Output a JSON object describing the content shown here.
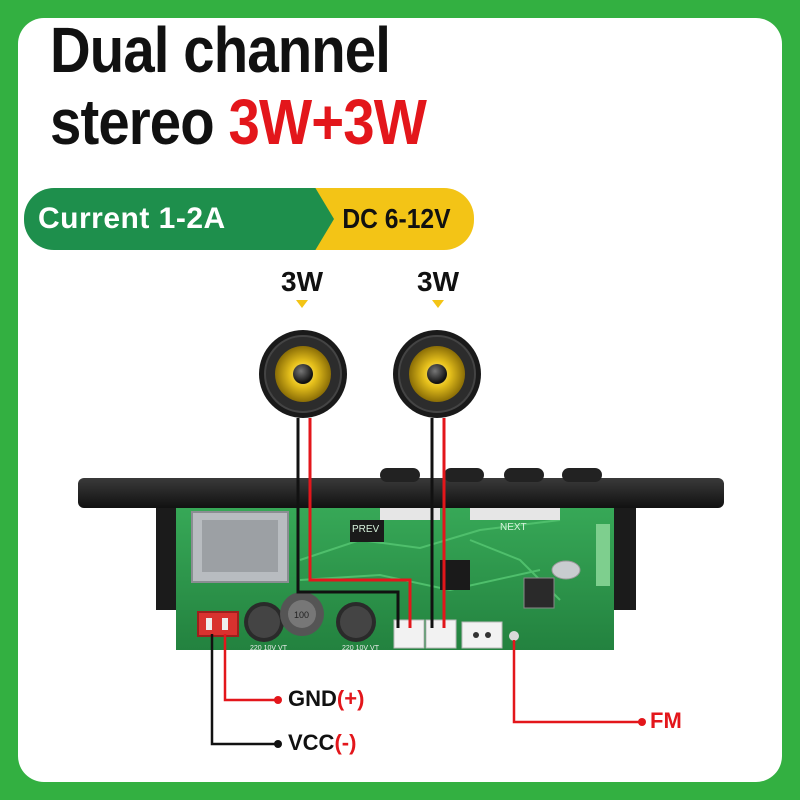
{
  "title": {
    "line1": "Dual channel",
    "line2_prefix": "stereo",
    "line2_accent": "3W+3W"
  },
  "badges": {
    "current": "Current 1-2A",
    "voltage": "DC 6-12V"
  },
  "speakers": [
    {
      "label": "3W"
    },
    {
      "label": "3W"
    }
  ],
  "board_markings": {
    "prev": "PREV",
    "next": "NEXT",
    "cap_a": "220 10V VT",
    "cap_b": "220 10V VT",
    "inductor": "100"
  },
  "pins": {
    "gnd": {
      "name": "GND",
      "polarity": "(+)"
    },
    "vcc": {
      "name": "VCC",
      "polarity": "(-)"
    },
    "fm": {
      "name": "FM"
    }
  },
  "colors": {
    "border_green": "#33b041",
    "badge_green": "#1e8f4c",
    "badge_yellow": "#f3c416",
    "accent_red": "#e3161b",
    "pcb_green": "#2f9a4e"
  }
}
